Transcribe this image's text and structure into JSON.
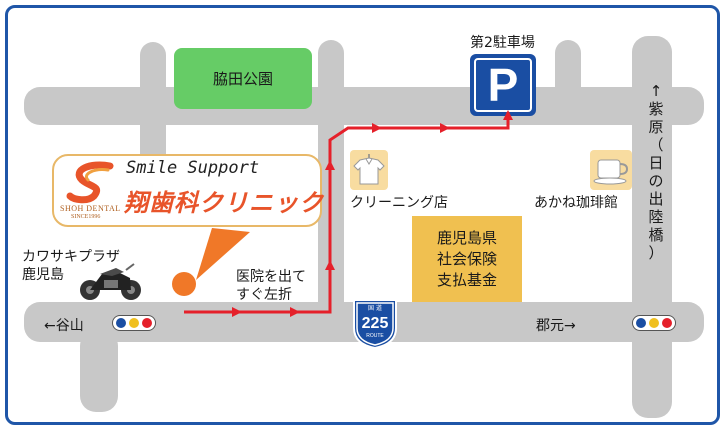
{
  "landmarks": {
    "park": "脇田公園",
    "parking": "第2駐車場",
    "parking_symbol": "P",
    "cleaning": "クリーニング店",
    "cafe": "あかね珈琲館",
    "fund": [
      "鹿児島県",
      "社会保険",
      "支払基金"
    ],
    "plaza": [
      "カワサキプラザ",
      "鹿児島"
    ]
  },
  "clinic": {
    "name_en": "Smile Support",
    "name_ja": "翔歯科クリニック",
    "logo_text": "SHOH DENTAL",
    "logo_since": "SINCE1996"
  },
  "directions": {
    "turn_note": [
      "医院を出て",
      "すぐ左折"
    ],
    "west": "←谷山",
    "east": "郡元→",
    "north_vertical": [
      "↑",
      "紫",
      "原",
      "（",
      "日",
      "の",
      "出",
      "陸",
      "橋",
      "）"
    ]
  },
  "route_sign": {
    "top": "国 道",
    "number": "225",
    "bottom": "ROUTE"
  },
  "colors": {
    "road": "#c8c8c8",
    "route_line": "#e5202a",
    "frame": "#1f56a8",
    "park": "#66cc66",
    "parking": "#1a4ea3",
    "fund": "#f0c050",
    "clinic_text": "#e8542a",
    "marker": "#f07828",
    "signal_blue": "#1a4ea3",
    "signal_yellow": "#f0c020",
    "signal_red": "#e5202a"
  },
  "icons": [
    "parking-icon",
    "shirt-icon",
    "coffee-cup-icon",
    "motorcycle-icon",
    "clinic-logo-icon",
    "traffic-light-icon",
    "route-shield-icon"
  ]
}
